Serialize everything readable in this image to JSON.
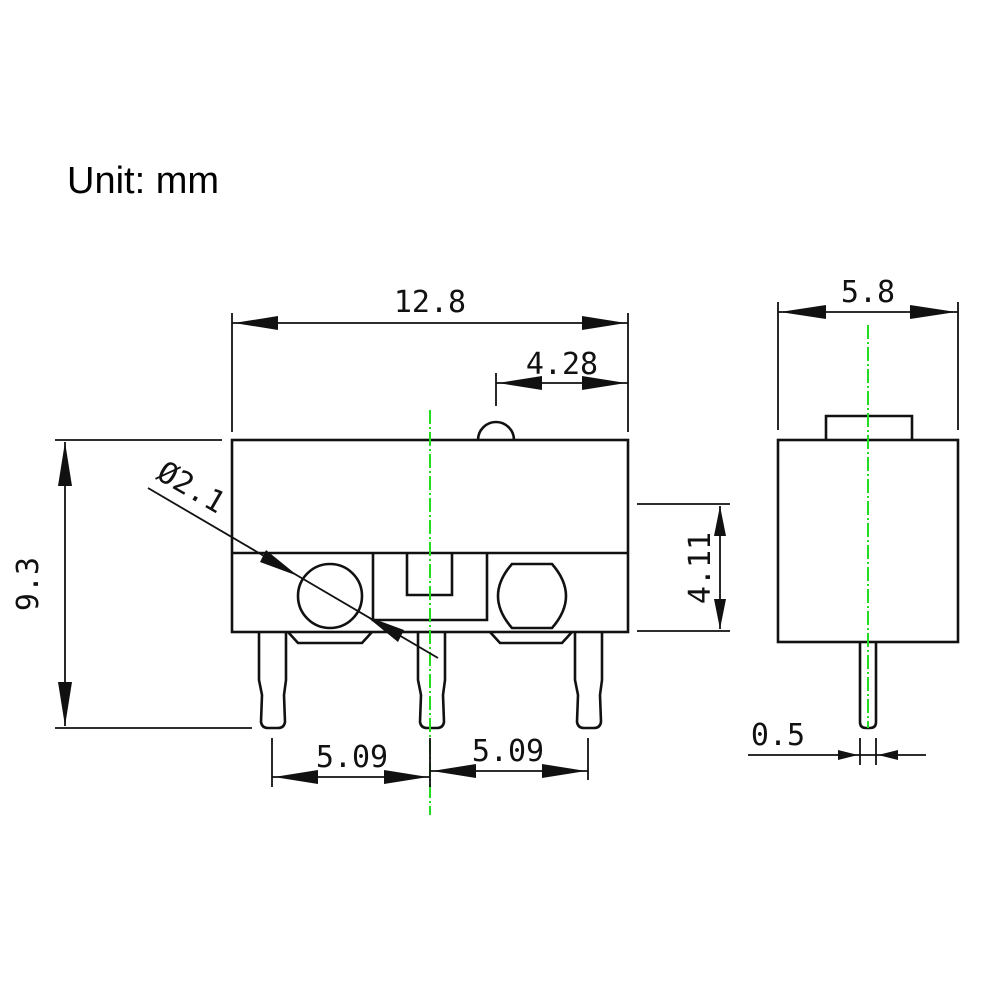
{
  "title": "Unit: mm",
  "colors": {
    "line": "#111111",
    "centerline": "#22dd22",
    "background": "#ffffff"
  },
  "front_view": {
    "dimensions": {
      "overall_width": "12.8",
      "actuator_offset": "4.28",
      "overall_height": "9.3",
      "hole_diameter": "Ø2.1",
      "lower_section_height": "4.11",
      "pin_pitch_left": "5.09",
      "pin_pitch_right": "5.09"
    }
  },
  "side_view": {
    "dimensions": {
      "depth": "5.8",
      "pin_thickness": "0.5"
    }
  }
}
